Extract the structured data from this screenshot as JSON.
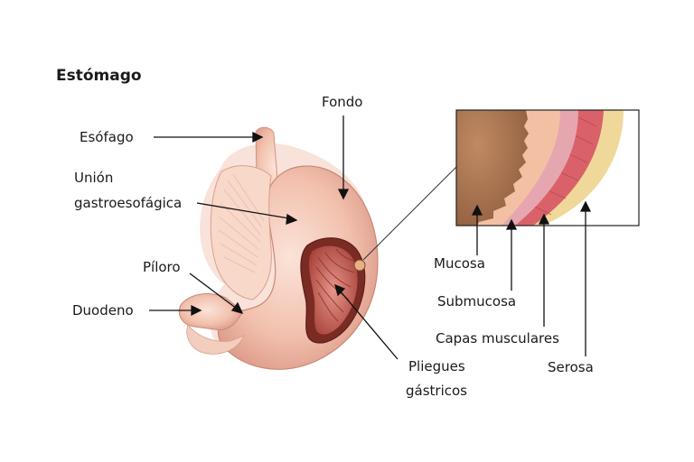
{
  "title": "Estómago",
  "labels": {
    "esofago": "Esófago",
    "union_line1": "Unión",
    "union_line2": "gastroesofágica",
    "fondo": "Fondo",
    "piloro": "Píloro",
    "duodeno": "Duodeno",
    "pliegues_line1": "Pliegues",
    "pliegues_line2": "gástricos",
    "mucosa": "Mucosa",
    "submucosa": "Submucosa",
    "capas": "Capas musculares",
    "serosa": "Serosa"
  },
  "colors": {
    "stomach_outer": "#f2c3b3",
    "stomach_inner": "#c25a4e",
    "mucosa": "#b07a55",
    "submucosa_band": "#f3c0a3",
    "muscle_band": "#d9626a",
    "serosa_band": "#f0d89a"
  }
}
